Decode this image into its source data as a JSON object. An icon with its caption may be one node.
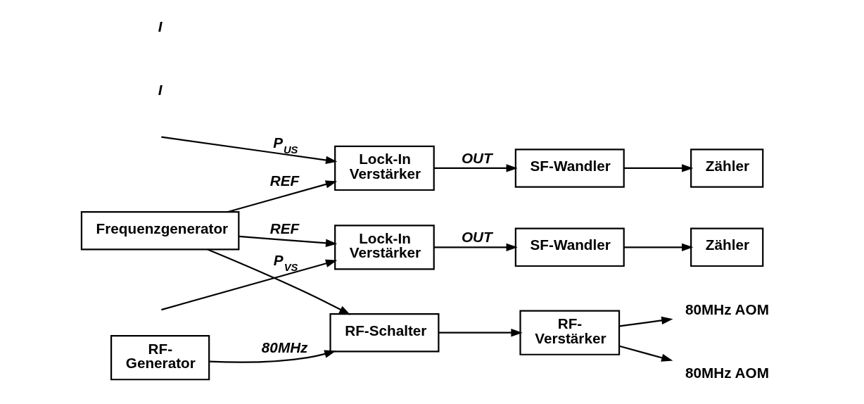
{
  "diagram": {
    "nodes": [
      {
        "text": [
          "Lock-In Verstärker"
        ]
      },
      {
        "text": [
          "SF-Wandler"
        ]
      },
      {
        "text": [
          "Zähler"
        ]
      },
      {
        "text": [
          "Zähler"
        ]
      },
      {
        "text": [
          "Lock-In Verstärker"
        ]
      },
      {
        "text": [
          "SF-Wandler"
        ]
      },
      {
        "text": [
          "Frequenzgenerator"
        ]
      },
      {
        "text": [
          "RF- Verstärker"
        ]
      },
      {
        "text": [
          "RF-Schalter"
        ]
      },
      {
        "text": [
          "RF- Generator"
        ]
      },
      {
        "text": [
          "80MHz AOM"
        ]
      },
      {
        "text": [
          "80MHz AOM"
        ]
      }
    ],
    "edges": [
      {
        "from": null,
        "to": 0,
        "arrow": "to",
        "label": "P$_{US}$"
      },
      {
        "from": 0,
        "to": 1,
        "arrow": "to",
        "label": "OUT"
      },
      {
        "from": 1,
        "to": 2,
        "arrow": "to"
      },
      {
        "from": null,
        "to": 4,
        "arrow": "to",
        "label": "P$_{VS}$"
      },
      {
        "from": 4,
        "to": 5,
        "arrow": "to",
        "label": "OUT"
      },
      {
        "from": 5,
        "to": 3,
        "arrow": "to"
      },
      {
        "from": 6,
        "to": 0,
        "arrow": "to",
        "label": "REF"
      },
      {
        "from": 6,
        "to": 4,
        "arrow": "to",
        "label": "REF"
      },
      {
        "from": 6,
        "to": 8,
        "arrow": "to"
      },
      {
        "from": 8,
        "to": 7,
        "arrow": "to"
      },
      {
        "from": 9,
        "to": 8,
        "arrow": "to",
        "label": "80MHz"
      },
      {
        "from": 7,
        "to": 10,
        "arrow": "to"
      },
      {
        "from": 7,
        "to": 11,
        "arrow": "to"
      }
    ],
    "labels": [
      "I",
      "I"
    ]
  }
}
